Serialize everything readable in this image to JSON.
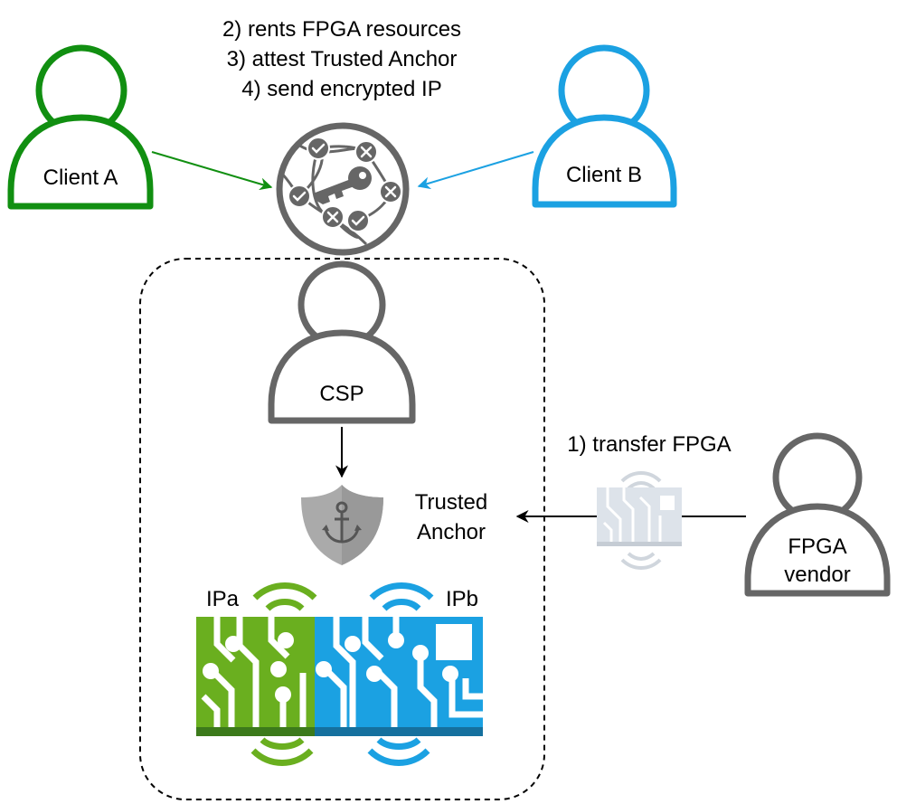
{
  "steps": {
    "line1": "2) rents FPGA resources",
    "line2": "3) attest Trusted Anchor",
    "line3": "4) send encrypted IP",
    "transfer": "1) transfer FPGA"
  },
  "actors": {
    "client_a": "Client A",
    "client_b": "Client B",
    "csp": "CSP",
    "vendor_line1": "FPGA",
    "vendor_line2": "vendor"
  },
  "anchor": {
    "line1": "Trusted",
    "line2": "Anchor"
  },
  "ips": {
    "ip_a": "IPa",
    "ip_b": "IPb"
  },
  "icons": {
    "network": "network-key-icon",
    "shield": "anchor-shield-icon",
    "chip_small": "fpga-chip-icon",
    "chip_a": "fpga-ipa-icon",
    "chip_b": "fpga-ipb-icon"
  },
  "colors": {
    "client_a": "#118f11",
    "client_b": "#1ba1e2",
    "gray": "#666666",
    "ip_a": "#6aaf1f",
    "ip_a_dark": "#3c7a1b",
    "ip_b": "#1ba1e2",
    "ip_b_dark": "#15709e",
    "shield": "#aaaaaa",
    "chip_small": "#dde3ea"
  }
}
